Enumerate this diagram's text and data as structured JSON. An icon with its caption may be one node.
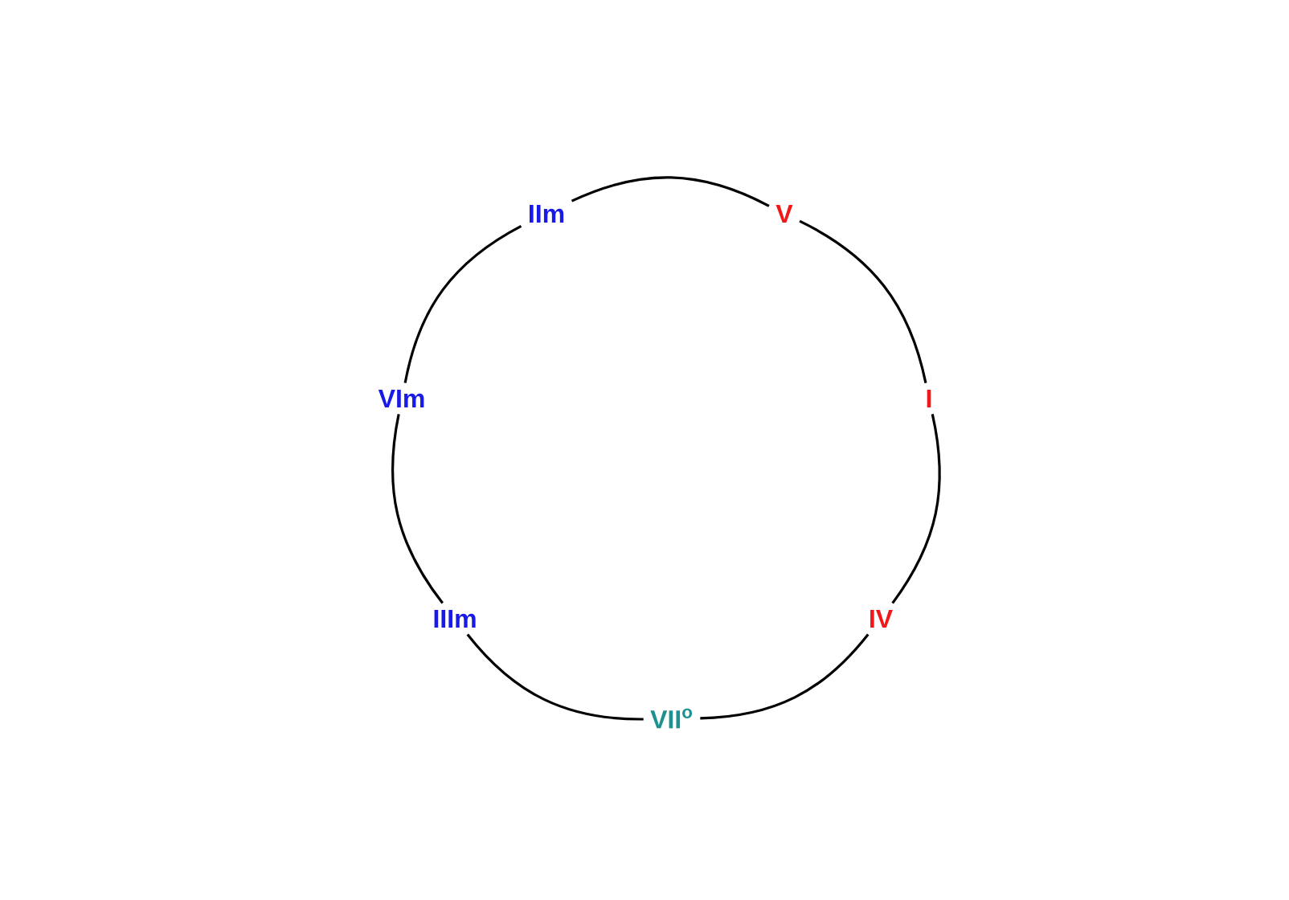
{
  "diagram": {
    "nodes": [
      {
        "text": [
          "IIm"
        ]
      },
      {
        "text": [
          "V"
        ]
      },
      {
        "text": [
          "I"
        ]
      },
      {
        "text": [
          "IV"
        ]
      },
      {
        "text": [
          "VII$^{o}$"
        ]
      },
      {
        "text": [
          "IIIm"
        ]
      },
      {
        "text": [
          "VIm"
        ]
      }
    ],
    "edges": [
      {
        "from": 0,
        "to": 1,
        "arrow": "none"
      },
      {
        "from": 1,
        "to": 2,
        "arrow": "none"
      },
      {
        "from": 2,
        "to": 3,
        "arrow": "none"
      },
      {
        "from": 3,
        "to": 4,
        "arrow": "none"
      },
      {
        "from": 4,
        "to": 5,
        "arrow": "none"
      },
      {
        "from": 5,
        "to": 6,
        "arrow": "none"
      },
      {
        "from": 6,
        "to": 0,
        "arrow": "none"
      }
    ]
  }
}
